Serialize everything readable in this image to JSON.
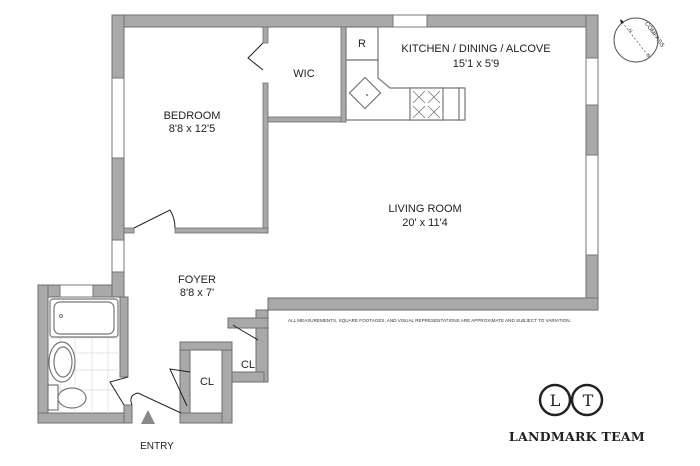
{
  "rooms": {
    "kitchen": {
      "name": "KITCHEN / DINING / ALCOVE",
      "size": "15'1 x 5'9"
    },
    "refrigerator": "R",
    "wic": "WIC",
    "bedroom": {
      "name": "BEDROOM",
      "size": "8'8 x 12'5"
    },
    "living": {
      "name": "LIVING ROOM",
      "size": "20' x 11'4"
    },
    "foyer": {
      "name": "FOYER",
      "size": "8'8 x 7'"
    },
    "closet1": "CL",
    "closet2": "CL"
  },
  "entry": "ENTRY",
  "disclaimer": "ALL MEASUREMENTS, SQUARE FOOTAGES, AND VISUAL REPRESENTATIONS ARE APPROXIMATE AND SUBJECT TO VARIATION.",
  "compass": {
    "label": "COMPASS",
    "north": "N",
    "south": "S"
  },
  "logo": {
    "letter1": "L",
    "letter2": "T",
    "name": "LANDMARK TEAM"
  }
}
